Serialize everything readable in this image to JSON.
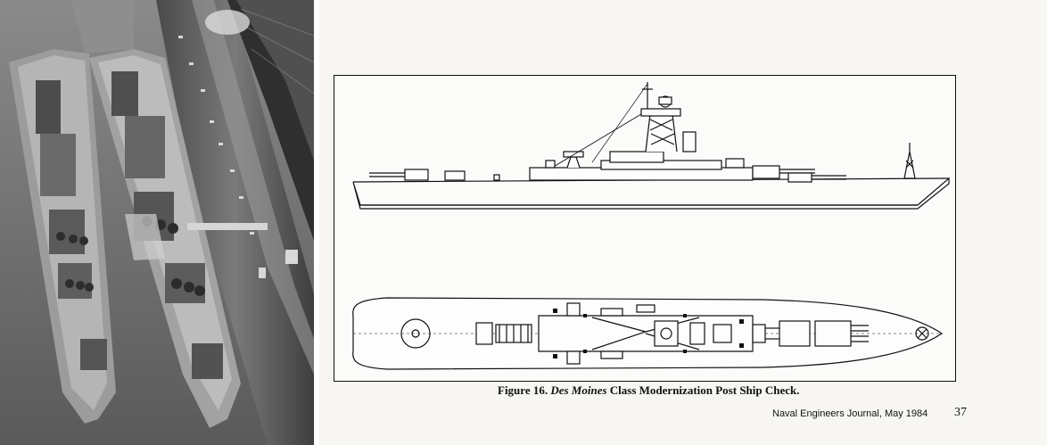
{
  "figure": {
    "caption_prefix": "Figure 16.",
    "caption_italic": "Des Moines",
    "caption_suffix": "Class Modernization Post Ship Check."
  },
  "page": {
    "journal": "Naval Engineers Journal, May 1984",
    "number": "37"
  },
  "photo": {
    "description_alt": "Aerial photograph of warships moored at a pier"
  },
  "colors": {
    "paper": "#f7f6f3",
    "ink": "#111111",
    "photo_dark": "#3a3a3a"
  }
}
